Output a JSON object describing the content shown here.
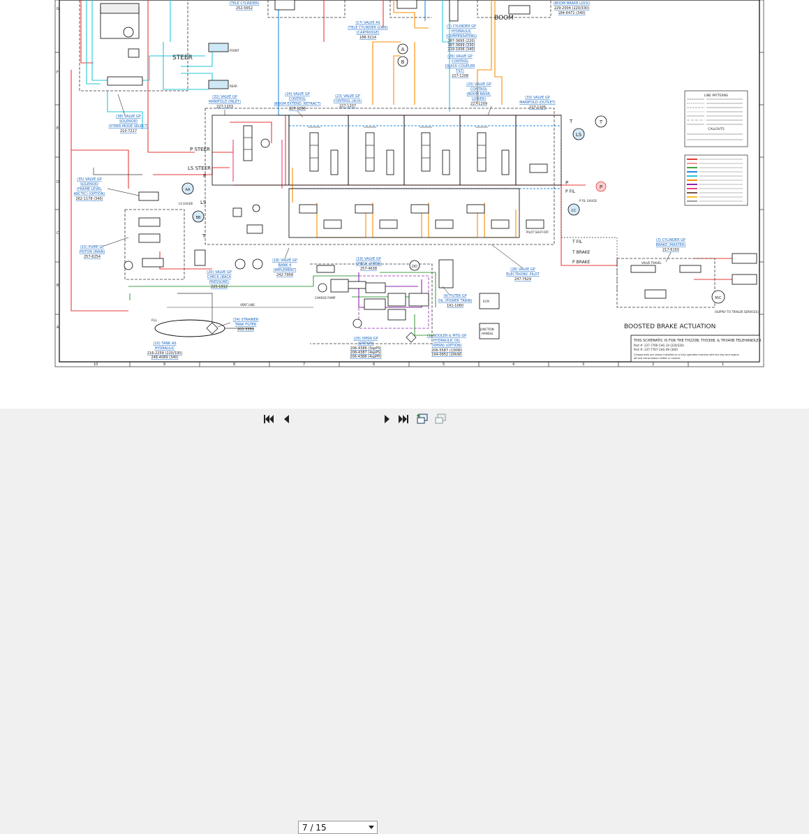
{
  "viewer": {
    "page_indicator": "7 / 15"
  },
  "toolbar": {
    "first_icon": "first-page-icon",
    "prev_icon": "previous-page-icon",
    "next_icon": "next-page-icon",
    "last_icon": "last-page-icon",
    "fit_icon": "fit-page-icon",
    "rotate_icon": "rotate-page-icon"
  },
  "schematic": {
    "top_labels": {
      "tele_cyl": "(TELE CYLINDER)",
      "tele_cyl_pn": "252-5652",
      "boom_brake": "(BOOM BRAKE LOCK)",
      "boom_brake_pn": "229-2004 (220/330)",
      "boom_brake_pn2": "184-6471 (340)",
      "boom": "BOOM"
    },
    "steer": "STEER",
    "front": "FRONT",
    "rear": "REAR",
    "valve_solenoid_lock": {
      "l1": "(17) VALVE AS",
      "l2": "(TELE CYLINDER LOCK)",
      "l3": "(CARTRIDGE)",
      "pn": "188-3214"
    },
    "cyl_comp": {
      "l1": "(7) CYLINDER GP",
      "l2": "HYDRAULIC",
      "l3": "(COMPENSATING)",
      "pn1": "187-3695 (220)",
      "pn2": "187-3699 (330)",
      "pn3": "219-1936 (340)"
    },
    "quick_coupler": {
      "l1": "(26) VALVE GP",
      "l2": "CONTROL",
      "l3": "(QUICK COUPLER",
      "l4": "TILT)",
      "pn": "227-1208"
    },
    "boom_lower": {
      "l1": "(25) VALVE GP",
      "l2": "CONTROL",
      "l3": "(BOOM RAISE,",
      "l4": "LOWER)",
      "pn": "227-1209"
    },
    "outlet": {
      "l1": "(33) VALVE GP",
      "l2": "MANIFOLD (OUTLET)",
      "pn": "227-1205"
    },
    "inlet": {
      "l1": "(32) VALVE GP",
      "l2": "MANIFOLD (INLET)",
      "pn": "227-1203"
    },
    "boom_extend": {
      "l1": "(24) VALVE GP",
      "l2": "CONTROL",
      "l3": "(BOOM EXTEND, RETRACT)",
      "pn": "227-1206"
    },
    "aux": {
      "l1": "(23) VALVE GP",
      "l2": "CONTROL (AUX)",
      "pn": "227-1207"
    },
    "steer_mode": {
      "l1": "(38) VALVE GP",
      "l2": "SOLENOID",
      "l3": "(STEER MODE SELECT)",
      "pn": "210-7217"
    },
    "frame_level": {
      "l1": "(35) VALVE GP",
      "l2": "SOLENOID",
      "l3": "(FRAME LEVEL",
      "l4": "ARCTIC) (OPTION)",
      "pn": "262-1178 (340)"
    },
    "pump": {
      "l1": "(15) PUMP GP",
      "l2": "PISTON (MAIN)",
      "pn": "257-6254"
    },
    "check_back": {
      "l1": "(20) VALVE GP",
      "l2": "CHECK (BACK",
      "l3": "PRESSURE)",
      "pn": "225-1912"
    },
    "bank4": {
      "l1": "(18) VALVE GP",
      "l2": "BANK 4",
      "l3": "(IMPLEMENT)",
      "pn": "242-7958"
    },
    "check_xmsn": {
      "l1": "(19) VALVE GP",
      "l2": "CHECK (XMSN)",
      "pn": "257-4638"
    },
    "electronic_pilot": {
      "l1": "(28) VALVE GP",
      "l2": "ELECTRONIC PILOT",
      "pn": "247-7629"
    },
    "cyl_master": {
      "l1": "(3) CYLINDER GP",
      "l2": "BRAKE (MASTER)",
      "pn": "217-6150"
    },
    "filter": {
      "l1": "(9) FILTER GP",
      "l2": "OIL (POWER TRAIN)",
      "pn": "191-1060"
    },
    "strainer": {
      "l1": "(34) STRAINER",
      "l2": "TANK FILTER",
      "pn": "202-3350"
    },
    "tank": {
      "l1": "(10) TANK AS",
      "l2": "HYDRAULIC",
      "pn1": "216-2258 (220/330)",
      "pn2": "248-4089 (340)"
    },
    "xmsn": {
      "l1": "(29) XMSN GP",
      "l2": "(OPTION)",
      "pn1": "206-4386 (3spPS)",
      "pn2": "206-4387 (4spPS)",
      "pn3": "206-4388 (4spPH)"
    },
    "cooler": {
      "l1": "(1) COOLER & MTG GP",
      "l2": "HYDRAULIC OIL",
      "l3": "(XMSN) (OPTION)",
      "pn1": "206-5587 (130W)",
      "pn2": "194-0952 (20kW)"
    },
    "boosted_brake": "BOOSTED BRAKE ACTUATION",
    "supply_trailer": "(SUPPLY TO TRAILER SERVICES)",
    "valve_travel": "VALVE TRAVEL",
    "pilot_shutoff": "PILOT SHUT-OFF",
    "ecm": "ECM",
    "junction": "JUNCTION",
    "handle": "HANDLE",
    "charge_pump": "CHARGE PUMP",
    "vent_line": "VENT LINE",
    "fill": "FILL",
    "ls_gauge": "LS GAUGE",
    "p_fil_gauge": "P FIL GAUGE",
    "port_p_steer": "P STEER",
    "port_ls_steer": "LS STEER",
    "port_t": "T",
    "port_p": "P",
    "port_ls": "LS",
    "port_t_fil": "T FIL",
    "port_t_brake": "T BRAKE",
    "port_p_brake": "P BRAKE",
    "port_p_fil": "P FIL",
    "gauges": [
      "A",
      "B",
      "T",
      "P",
      "LS",
      "AA",
      "BB",
      "CC",
      "DD",
      "M/C"
    ],
    "legend_line_patterns": "LINE PATTERNS",
    "legend_callouts": "CALLOUTS",
    "grid_cols": [
      "10",
      "9",
      "8",
      "7",
      "6",
      "5",
      "4",
      "3",
      "2",
      "1"
    ],
    "grid_rows": [
      "G",
      "F",
      "E",
      "D",
      "C",
      "B",
      "A"
    ],
    "title_block": {
      "l1": "THIS SCHEMATIC IS FOR THE TH220B, TH330B, & TH340B TELEHANDLER",
      "l2": "Part #: 237-7766 CHG 10 (220/330)",
      "l3": "Part #: 237-7767 CHG 09 (340)",
      "l4": "Components are shown installed on a fully operable machine with the key and engine",
      "l5": "off and transmission shifter in neutral."
    }
  }
}
